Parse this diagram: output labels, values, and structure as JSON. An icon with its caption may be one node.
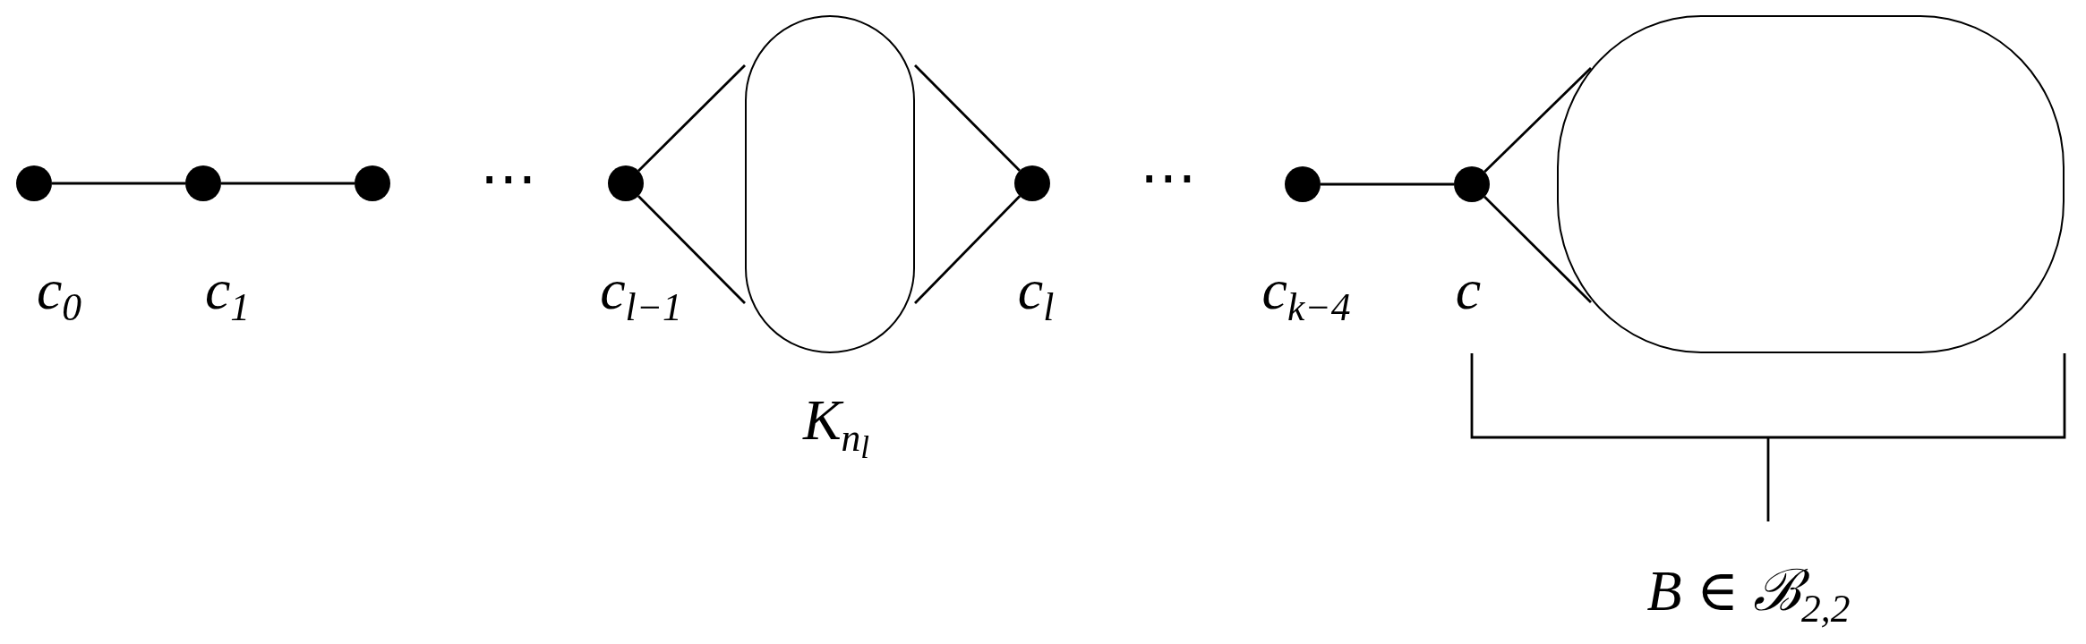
{
  "diagram": {
    "nodes": [
      {
        "text": [],
        "shape": "circle",
        "beside": [
          "c$_{0}$"
        ]
      },
      {
        "text": [],
        "shape": "circle",
        "beside": [
          "c$_{1}$"
        ]
      },
      {
        "text": [],
        "shape": "circle"
      },
      {
        "text": [],
        "shape": "circle",
        "beside": [
          "c$_{l−1}$"
        ]
      },
      {
        "text": [
          "K$_{n}$$_{l}$"
        ]
      },
      {
        "text": [],
        "shape": "circle",
        "beside": [
          "c$_{l}$"
        ]
      },
      {
        "text": [],
        "shape": "circle",
        "beside": [
          "c$_{k−4}$"
        ]
      },
      {
        "text": [],
        "shape": "circle",
        "beside": [
          "c"
        ]
      },
      {
        "text": [],
        "shape": "box"
      }
    ],
    "edges": [
      {
        "from": 0,
        "to": 1,
        "arrow": "none"
      },
      {
        "from": 1,
        "to": 2,
        "arrow": "none"
      },
      {
        "from": 3,
        "to": 4,
        "arrow": "none"
      },
      {
        "from": 3,
        "to": 4,
        "arrow": "none"
      },
      {
        "from": 4,
        "to": 5,
        "arrow": "none"
      },
      {
        "from": 4,
        "to": 5,
        "arrow": "none"
      },
      {
        "from": 6,
        "to": 7,
        "arrow": "none"
      },
      {
        "from": 7,
        "to": 8,
        "arrow": "none"
      },
      {
        "from": 7,
        "to": 8,
        "arrow": "none"
      }
    ],
    "labels": [
      "⋯",
      "⋯",
      "B ∈ ℬ$_{2,2}$"
    ]
  }
}
